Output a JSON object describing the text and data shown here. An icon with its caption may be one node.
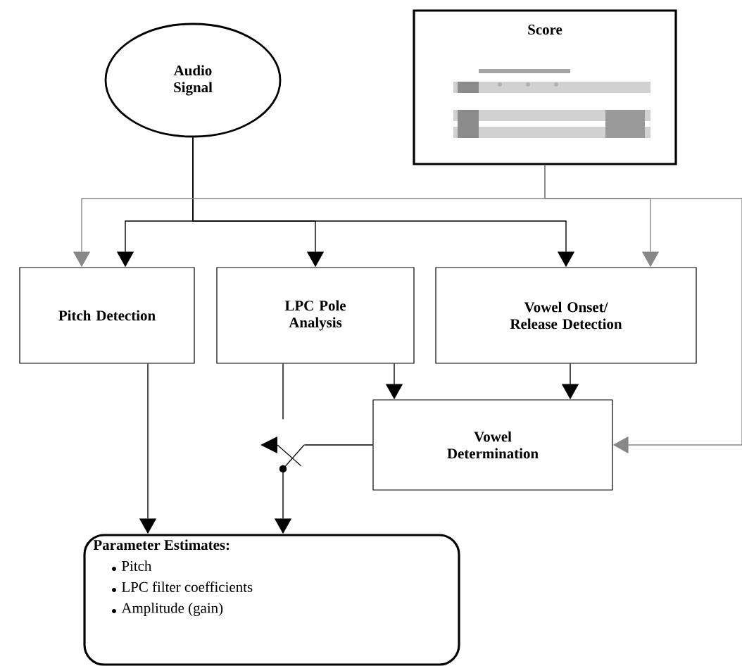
{
  "diagram": {
    "nodes": [
      {
        "text": [
          "Audio Signal"
        ]
      },
      {
        "text": [
          "Score"
        ]
      },
      {
        "text": [
          "Pitch Detection"
        ]
      },
      {
        "text": [
          "LPC Pole Analysis"
        ]
      },
      {
        "text": [
          "Vowel Onset/ Release Detection"
        ]
      },
      {
        "text": [
          "Vowel Determination"
        ]
      },
      {
        "text": [
          "Parameter Estimates:",
          "Pitch",
          "LPC filter coefficients",
          "Amplitude (gain)"
        ]
      },
      {
        "text": [],
        "shape": "switch"
      }
    ],
    "edges": [
      {
        "from": 0,
        "to": 2,
        "arrow": "to"
      },
      {
        "from": 0,
        "to": 3,
        "arrow": "to"
      },
      {
        "from": 0,
        "to": 4,
        "arrow": "to"
      },
      {
        "from": 1,
        "to": 2,
        "arrow": "to",
        "color": "#888888"
      },
      {
        "from": 1,
        "to": 4,
        "arrow": "to",
        "color": "#888888"
      },
      {
        "from": 1,
        "to": 5,
        "arrow": "to",
        "color": "#888888"
      },
      {
        "from": 3,
        "to": 5,
        "arrow": "to"
      },
      {
        "from": 4,
        "to": 5,
        "arrow": "to"
      },
      {
        "from": 2,
        "to": 6,
        "arrow": "to"
      },
      {
        "from": 3,
        "to": 7,
        "arrow": "none"
      },
      {
        "from": 5,
        "to": 7,
        "arrow": "none"
      },
      {
        "from": 7,
        "to": 6,
        "arrow": "to"
      }
    ]
  }
}
